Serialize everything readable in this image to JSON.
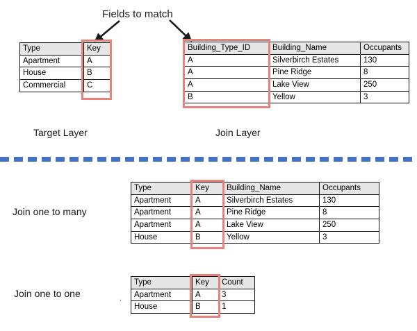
{
  "annotations": {
    "fields_to_match": "Fields to match",
    "target_layer": "Target Layer",
    "join_layer": "Join Layer",
    "join_one_to_many": "Join one to many",
    "join_one_to_one": "Join one to one",
    "stray_dot": "."
  },
  "colors": {
    "highlight_red": "#e8837b",
    "divider_blue": "#4472c4",
    "header_fill": "#e6e6e6",
    "border": "#111111",
    "arrow": "#1a1a1a"
  },
  "target_layer_table": {
    "headers": [
      "Type",
      "Key"
    ],
    "rows": [
      [
        "Apartment",
        "A"
      ],
      [
        "House",
        "B"
      ],
      [
        "Commercial",
        "C"
      ]
    ],
    "highlighted_column": "Key"
  },
  "join_layer_table": {
    "headers": [
      "Building_Type_ID",
      "Building_Name",
      "Occupants"
    ],
    "rows": [
      [
        "A",
        "Silverbirch Estates",
        "130"
      ],
      [
        "A",
        "Pine Ridge",
        "8"
      ],
      [
        "A",
        "Lake View",
        "250"
      ],
      [
        "B",
        "Yellow",
        "3"
      ]
    ],
    "highlighted_column": "Building_Type_ID"
  },
  "one_to_many_table": {
    "headers": [
      "Type",
      "Key",
      "Building_Name",
      "Occupants"
    ],
    "rows": [
      [
        "Apartment",
        "A",
        "Silverbirch Estates",
        "130"
      ],
      [
        "Apartment",
        "A",
        "Pine Ridge",
        "8"
      ],
      [
        "Apartment",
        "A",
        "Lake View",
        "250"
      ],
      [
        "House",
        "B",
        "Yellow",
        "3"
      ]
    ],
    "highlighted_column": "Key"
  },
  "one_to_one_table": {
    "headers": [
      "Type",
      "Key",
      "Count"
    ],
    "rows": [
      [
        "Apartment",
        "A",
        "3"
      ],
      [
        "House",
        "B",
        "1"
      ]
    ],
    "highlighted_column": "Key"
  },
  "arrows": [
    {
      "name": "arrow-to-target-key",
      "direction": "down-left"
    },
    {
      "name": "arrow-to-join-key",
      "direction": "down-right"
    }
  ]
}
